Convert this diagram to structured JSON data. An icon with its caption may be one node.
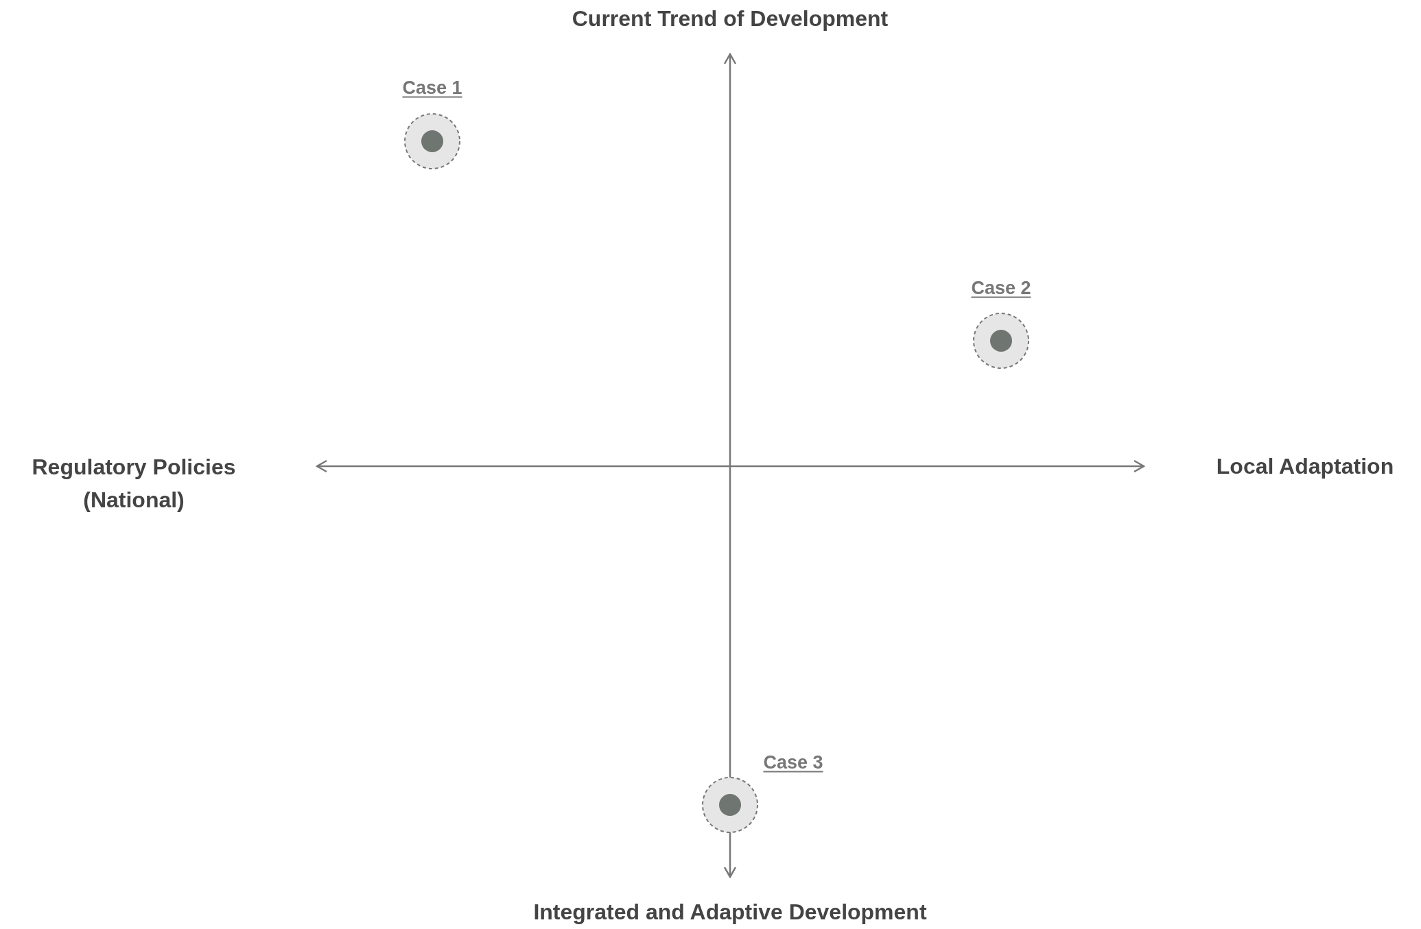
{
  "diagram": {
    "nodes": [
      {
        "text": [
          "Case 1"
        ]
      },
      {
        "text": [
          "Case 2"
        ]
      },
      {
        "text": [
          "Case 3"
        ]
      }
    ],
    "labels": [
      "Current Trend of Development",
      "Regulatory Policies (National)",
      "Local Adaptation",
      "Integrated and Adaptive Development"
    ]
  }
}
